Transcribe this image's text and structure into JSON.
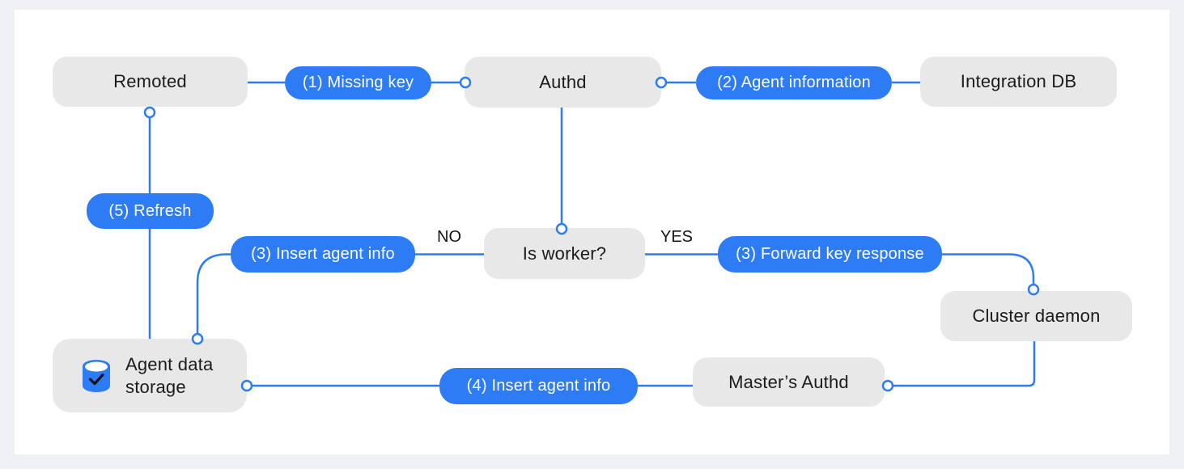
{
  "diagram": {
    "nodes": {
      "remoted": "Remoted",
      "authd": "Authd",
      "integration_db": "Integration DB",
      "is_worker": "Is worker?",
      "cluster_daemon": "Cluster daemon",
      "masters_authd": "Master’s Authd",
      "agent_data_storage": {
        "line1": "Agent data",
        "line2": "storage"
      }
    },
    "edge_labels": {
      "step1": "(1) Missing key",
      "step2": "(2) Agent information",
      "step3_no": "(3) Insert agent info",
      "step3_yes": "(3) Forward key response",
      "step4": "(4) Insert agent info",
      "step5": "(5) Refresh"
    },
    "branch_labels": {
      "no": "NO",
      "yes": "YES"
    },
    "icons": {
      "storage": "database-check-icon"
    },
    "colors": {
      "accent_blue": "#2e7cf5",
      "node_gray": "#e8e8e9",
      "canvas_white": "#ffffff",
      "frame_gray": "#eef0f4",
      "node_text": "#1b1b1e",
      "pill_text": "#ffffff"
    }
  }
}
